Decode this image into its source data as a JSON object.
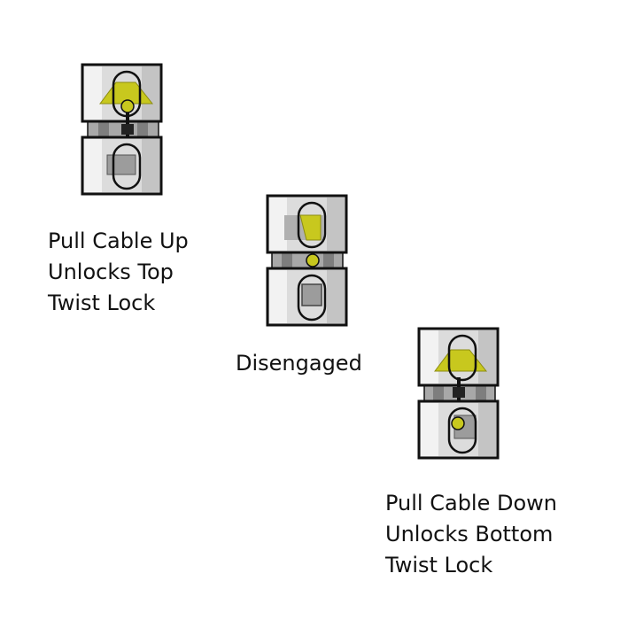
{
  "captions": {
    "pull_up": [
      "Pull Cable Up",
      "Unlocks Top",
      "Twist Lock"
    ],
    "disengaged": [
      "Disengaged"
    ],
    "pull_down": [
      "Pull Cable Down",
      "Unlocks Bottom",
      "Twist Lock"
    ]
  },
  "colors": {
    "block_fill": "#dcdcdc",
    "block_light": "#f2f2f2",
    "block_shade": "#b8b8b8",
    "coupler": "#9a9a9a",
    "yellow": "#c8c81e",
    "yellow_dark": "#8c8c10",
    "outline": "#111111"
  }
}
